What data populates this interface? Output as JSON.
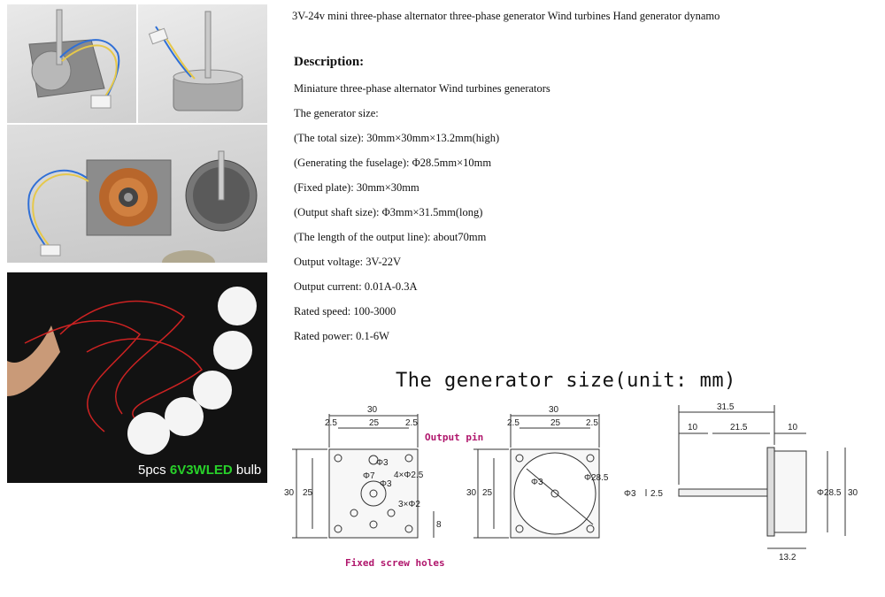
{
  "title": "3V-24v mini three-phase alternator three-phase generator Wind turbines Hand generator dynamo",
  "description_heading": "Description:",
  "specs": [
    "Miniature three-phase alternator Wind turbines generators",
    "The generator size:",
    "(The total size): 30mm×30mm×13.2mm(high)",
    "(Generating the fuselage): Φ28.5mm×10mm",
    "(Fixed plate): 30mm×30mm",
    "(Output shaft size): Φ3mm×31.5mm(long)",
    "(The length of the output line): about70mm",
    "Output voltage: 3V-22V",
    "Output current: 0.01A-0.3A",
    "Rated speed: 100-3000",
    "Rated power: 0.1-6W"
  ],
  "photo_caption": {
    "count": "5pcs",
    "bulb_type": "6V3WLED",
    "word": "bulb"
  },
  "drawing": {
    "title": "The generator size(unit: mm)",
    "output_pin_label": "Output pin",
    "screw_label": "Fixed screw holes",
    "front": {
      "width": "30",
      "inner": "25",
      "margin": "2.5",
      "hole_dia": "Φ3",
      "pin_dia": "Φ7",
      "holes": "4×Φ2.5",
      "shaft": "Φ3",
      "small_holes": "3×Φ2",
      "offset": "8"
    },
    "back": {
      "width": "30",
      "inner": "25",
      "margin": "2.5",
      "body_dia": "Φ28.5",
      "center": "Φ3"
    },
    "side": {
      "shaft_len": "31.5",
      "left": "10",
      "mid": "21.5",
      "right": "10",
      "height": "13.2",
      "body_dia": "Φ28.5",
      "total": "30",
      "shaft_d": "Φ3",
      "half": "2.5"
    }
  },
  "colors": {
    "caption_green": "#28d02a",
    "label_pink": "#b0166c"
  }
}
